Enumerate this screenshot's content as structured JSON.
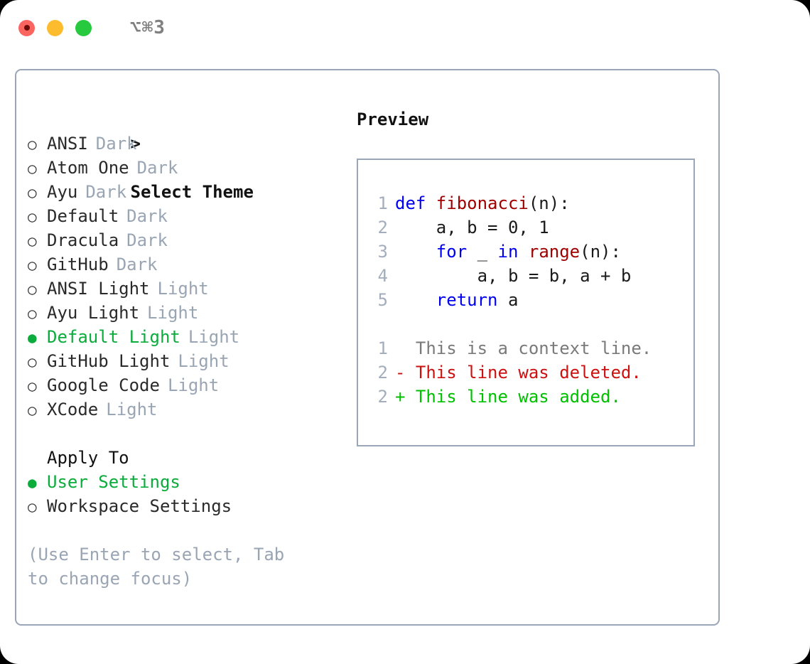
{
  "window": {
    "shortcut_title": "⌥⌘3",
    "traffic_lights": [
      "close-button",
      "minimize-button",
      "zoom-button"
    ]
  },
  "theme_picker": {
    "header": "> Select Theme",
    "header_caret": ">",
    "header_text": "Select Theme",
    "bullet_off": "○",
    "bullet_on": "●",
    "items": [
      {
        "label": "ANSI",
        "tag": "Dark",
        "selected": false
      },
      {
        "label": "Atom One",
        "tag": "Dark",
        "selected": false
      },
      {
        "label": "Ayu",
        "tag": "Dark",
        "selected": false
      },
      {
        "label": "Default",
        "tag": "Dark",
        "selected": false
      },
      {
        "label": "Dracula",
        "tag": "Dark",
        "selected": false
      },
      {
        "label": "GitHub",
        "tag": "Dark",
        "selected": false
      },
      {
        "label": "ANSI Light",
        "tag": "Light",
        "selected": false
      },
      {
        "label": "Ayu Light",
        "tag": "Light",
        "selected": false
      },
      {
        "label": "Default Light",
        "tag": "Light",
        "selected": true
      },
      {
        "label": "GitHub Light",
        "tag": "Light",
        "selected": false
      },
      {
        "label": "Google Code",
        "tag": "Light",
        "selected": false
      },
      {
        "label": "XCode",
        "tag": "Light",
        "selected": false
      }
    ]
  },
  "apply_to": {
    "header": "Apply To",
    "items": [
      {
        "label": "User Settings",
        "selected": true
      },
      {
        "label": "Workspace Settings",
        "selected": false
      }
    ]
  },
  "hint": "(Use Enter to select, Tab to change focus)",
  "preview": {
    "title": "Preview",
    "code_lines": [
      {
        "number": "1",
        "tokens": [
          {
            "text": "def ",
            "kind": "kw"
          },
          {
            "text": "fibonacci",
            "kind": "fn"
          },
          {
            "text": "(n):",
            "kind": "plain"
          }
        ]
      },
      {
        "number": "2",
        "tokens": [
          {
            "text": "    a, b = 0, 1",
            "kind": "plain"
          }
        ]
      },
      {
        "number": "3",
        "tokens": [
          {
            "text": "    ",
            "kind": "plain"
          },
          {
            "text": "for",
            "kind": "kw"
          },
          {
            "text": " _ ",
            "kind": "plain"
          },
          {
            "text": "in",
            "kind": "kw"
          },
          {
            "text": " ",
            "kind": "plain"
          },
          {
            "text": "range",
            "kind": "fn"
          },
          {
            "text": "(n):",
            "kind": "plain"
          }
        ]
      },
      {
        "number": "4",
        "tokens": [
          {
            "text": "        a, b = b, a + b",
            "kind": "plain"
          }
        ]
      },
      {
        "number": "5",
        "tokens": [
          {
            "text": "    ",
            "kind": "plain"
          },
          {
            "text": "return",
            "kind": "kw"
          },
          {
            "text": " a",
            "kind": "plain"
          }
        ]
      }
    ],
    "diff_lines": [
      {
        "number": "1",
        "marker": " ",
        "text": "This is a context line.",
        "kind": "context"
      },
      {
        "number": "2",
        "marker": "-",
        "text": "This line was deleted.",
        "kind": "deleted"
      },
      {
        "number": "2",
        "marker": "+",
        "text": "This line was added.",
        "kind": "added"
      }
    ]
  },
  "colors": {
    "accent_green": "#0bab3c",
    "tag_gray": "#9aa5b4",
    "border": "#9aa5b8",
    "keyword_blue": "#0000ee",
    "function_red": "#a00000",
    "diff_deleted": "#cc1111",
    "diff_added": "#00c000",
    "diff_context": "#7a7a7a",
    "line_number": "#a3adbb"
  }
}
